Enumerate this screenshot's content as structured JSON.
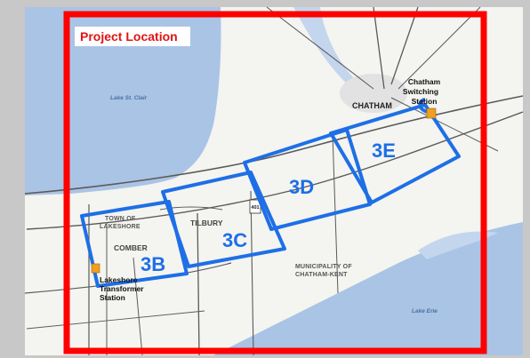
{
  "map": {
    "title": "Project Location",
    "water": {
      "lake_st_clair": "Lake St. Clair",
      "lake_erie": "Lake Erie"
    },
    "places": {
      "chatham": "CHATHAM",
      "tilbury": "TILBURY",
      "comber": "COMBER",
      "town_of_lakeshore_line1": "TOWN OF",
      "town_of_lakeshore_line2": "LAKESHORE",
      "municipality_line1": "MUNICIPALITY OF",
      "municipality_line2": "CHATHAM-KENT"
    },
    "stations": {
      "chatham_switching": [
        "Chatham",
        "Switching",
        "Station"
      ],
      "lakeshore_transformer": [
        "Lakeshore",
        "Transformer",
        "Station"
      ]
    },
    "segments": [
      "3B",
      "3C",
      "3D",
      "3E"
    ],
    "highway_shield": "401",
    "colors": {
      "frame": "#ff0000",
      "segments": "#1e6fe6",
      "water": "#aac4e6",
      "land": "#f4f4f0",
      "roads": "#555555",
      "station_marker": "#f0a020"
    }
  }
}
